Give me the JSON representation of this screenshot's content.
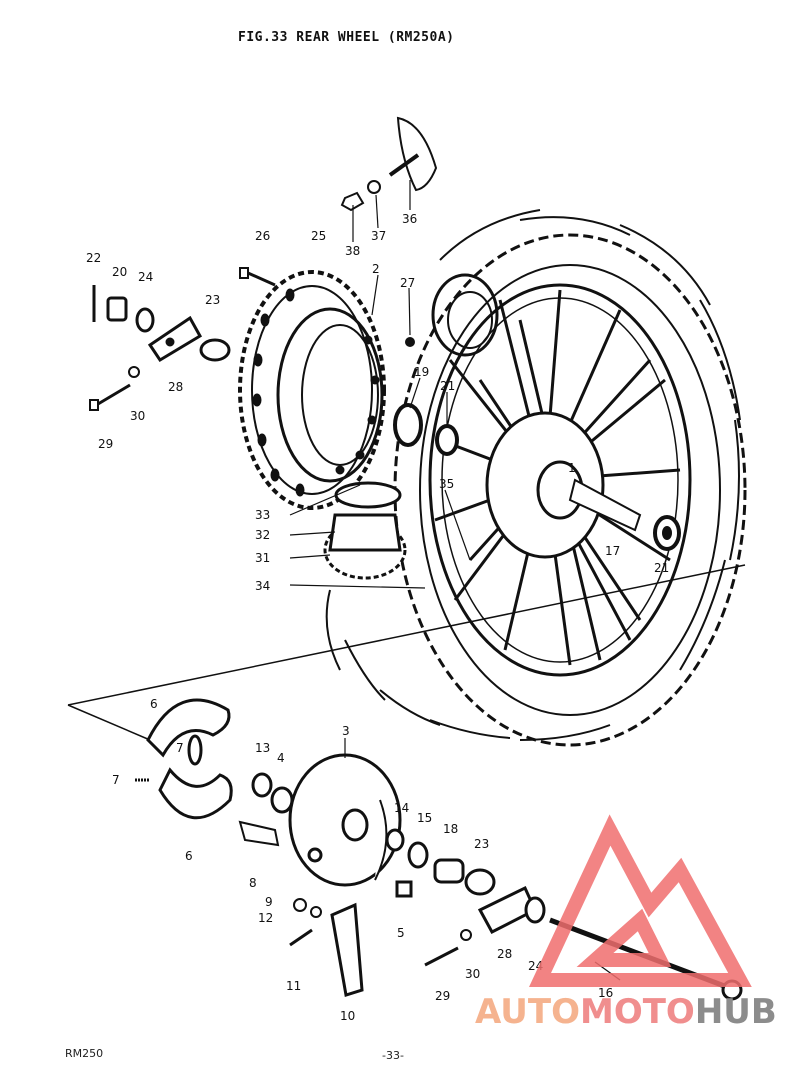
{
  "page": {
    "title": "FIG.33  REAR WHEEL (RM250A)",
    "footer_model": "RM250",
    "footer_page": "-33-"
  },
  "watermark": {
    "part_a": "AUTO",
    "part_b": "MOTO",
    "part_c": "HUB",
    "logo_color": "#f06e6e"
  },
  "callouts": [
    "22",
    "20",
    "24",
    "23",
    "28",
    "29",
    "30",
    "26",
    "25",
    "2",
    "27",
    "38",
    "37",
    "36",
    "19",
    "21",
    "33",
    "32",
    "31",
    "34",
    "35",
    "1",
    "17",
    "21",
    "6",
    "7",
    "7",
    "6",
    "13",
    "4",
    "3",
    "14",
    "15",
    "18",
    "23",
    "8",
    "9",
    "12",
    "5",
    "11",
    "10",
    "29",
    "30",
    "28",
    "24",
    "16"
  ]
}
